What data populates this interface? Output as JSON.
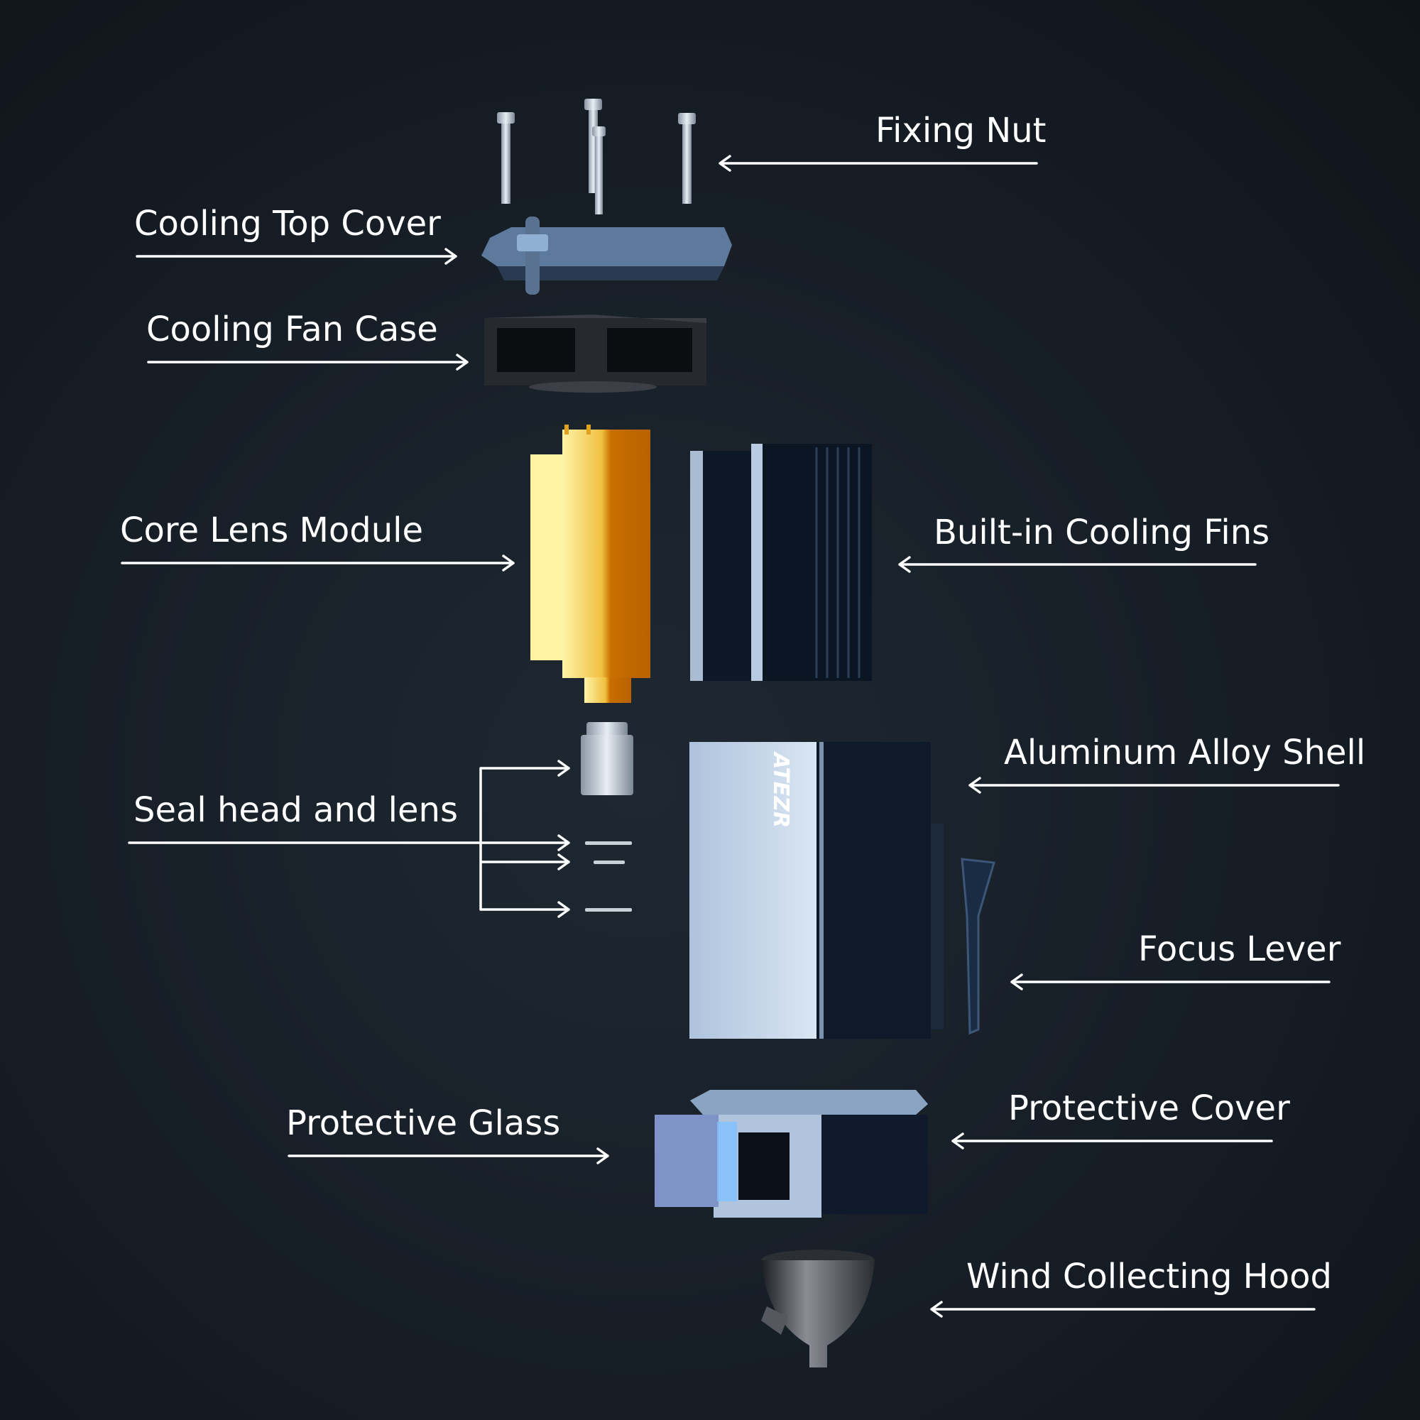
{
  "labels": {
    "fixing_nut": "Fixing Nut",
    "cooling_top_cover": "Cooling Top Cover",
    "cooling_fan_case": "Cooling Fan Case",
    "core_lens_module": "Core Lens Module",
    "built_in_cooling_fins": "Built-in Cooling Fins",
    "aluminum_alloy_shell": "Aluminum Alloy Shell",
    "seal_head_and_lens": "Seal head and lens",
    "focus_lever": "Focus Lever",
    "protective_glass": "Protective Glass",
    "protective_cover": "Protective Cover",
    "wind_collecting_hood": "Wind Collecting Hood"
  },
  "brand_logo": "ATEZR",
  "colors": {
    "background": "#161d25",
    "label": "#ffffff",
    "gold": "#d98a0e",
    "shell_light": "#c9d8ea",
    "shell_dark": "#0e1a2a"
  }
}
